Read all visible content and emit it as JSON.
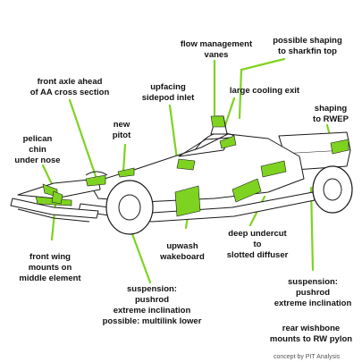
{
  "labels": {
    "flow_management_vanes": "flow management\nvanes",
    "possible_shaping_sharkfin": "possible shaping\nto sharkfin top",
    "front_axle": "front axle ahead\nof AA cross section",
    "upfacing_sidepod_inlet": "upfacing\nsidepod inlet",
    "large_cooling_exit": "large cooling exit",
    "new_pitot": "new\npitot",
    "pelican_chin": "pelican\nchin\nunder nose",
    "shaping_rwep": "shaping\nto RWEP",
    "deep_undercut": "deep undercut\nto\nslotted diffuser",
    "upwash_wakeboard": "upwash\nwakeboard",
    "front_wing_mounts": "front wing\nmounts on\nmiddle element",
    "suspension_front": "suspension:\npushrod\nextreme inclination\npossible: multilink lower",
    "suspension_rear": "suspension:\npushrod\nextreme inclination",
    "rear_wishbone": "rear wishbone\nmounts to RW pylon"
  },
  "credit": "concept by PIT Analysis",
  "colors": {
    "accent": "#7ED321",
    "stroke": "#1a1a1a",
    "background": "#ffffff"
  }
}
